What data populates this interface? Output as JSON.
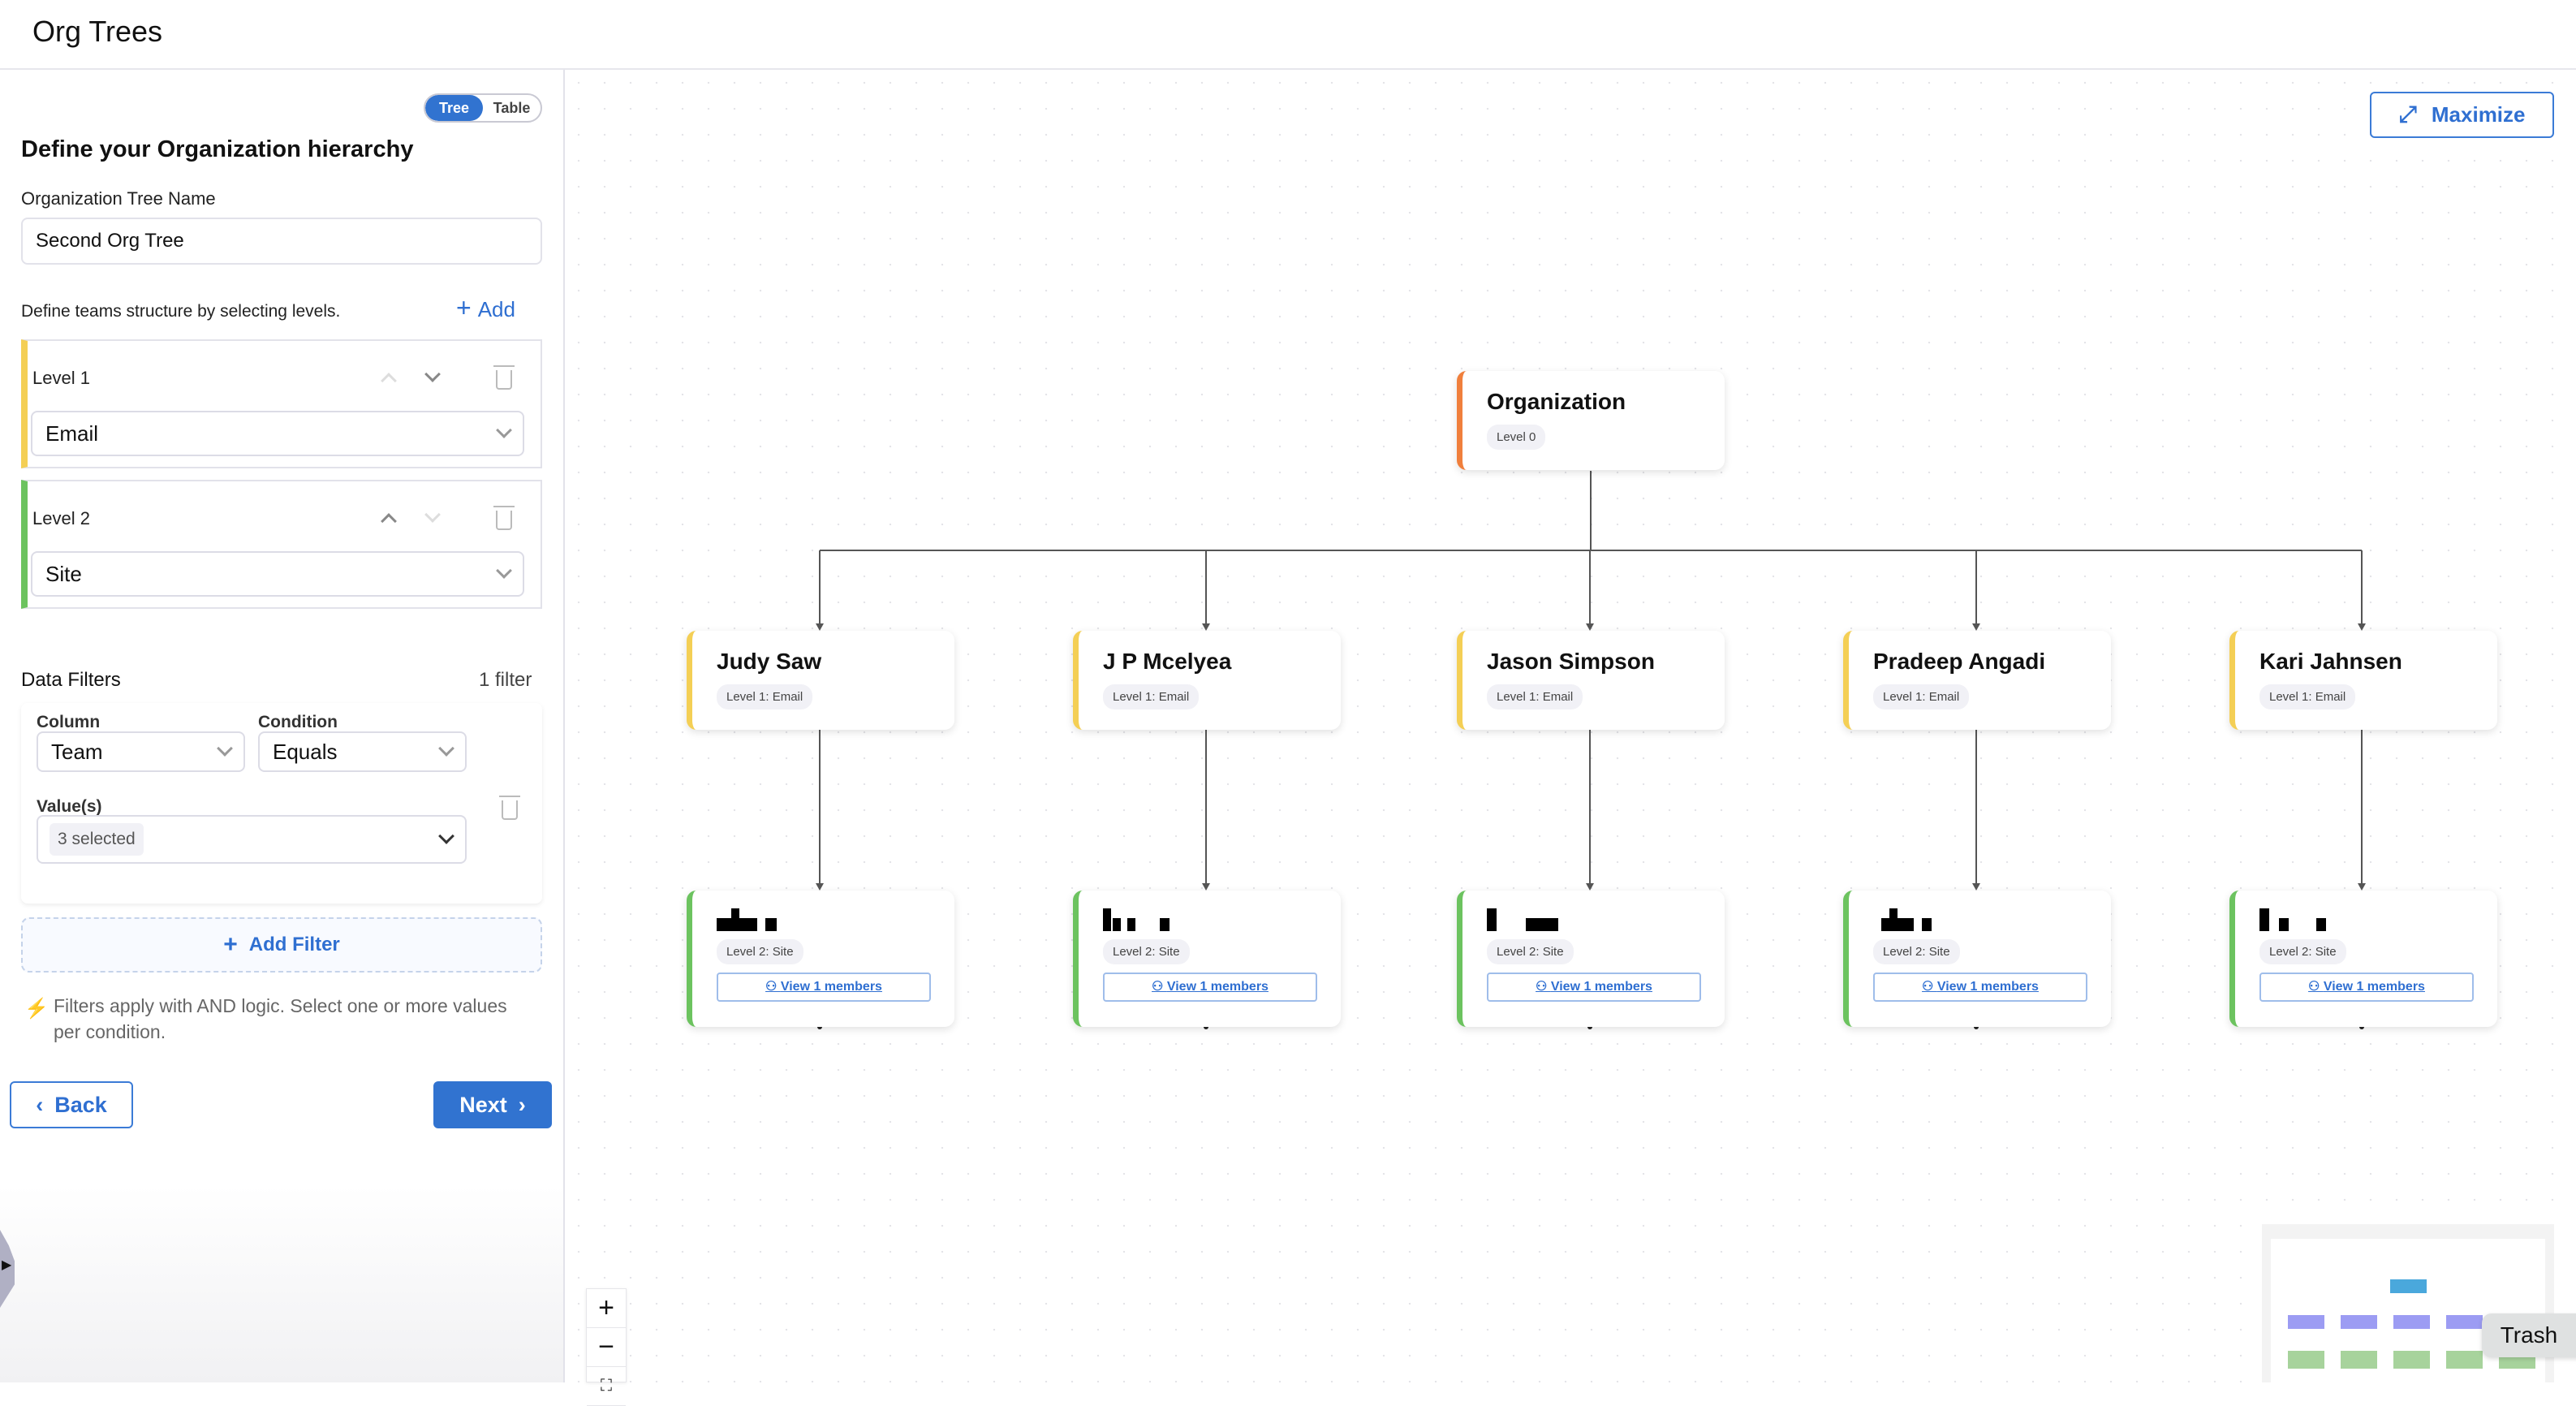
{
  "header": {
    "title": "Org Trees"
  },
  "sidebar": {
    "view_toggle": {
      "options": [
        "Tree",
        "Table"
      ],
      "selected": "Tree"
    },
    "heading": "Define your Organization hierarchy",
    "tree_name_label": "Organization Tree Name",
    "tree_name_value": "Second Org Tree",
    "levels_hint": "Define teams structure by selecting levels.",
    "add_label": "Add",
    "levels": [
      {
        "label": "Level 1",
        "value": "Email",
        "color": "#f4cf55"
      },
      {
        "label": "Level 2",
        "value": "Site",
        "color": "#6cc35f"
      }
    ],
    "filters": {
      "title": "Data Filters",
      "count": "1 filter",
      "column_label": "Column",
      "column_value": "Team",
      "condition_label": "Condition",
      "condition_value": "Equals",
      "values_label": "Value(s)",
      "values_value": "3 selected",
      "add_filter_label": "Add Filter",
      "note": "Filters apply with AND logic. Select one or more values per condition."
    },
    "back_label": "Back",
    "next_label": "Next"
  },
  "canvas": {
    "maximize_label": "Maximize",
    "root": {
      "name": "Organization",
      "level": "Level 0",
      "color": "#f07f3c"
    },
    "level1": [
      {
        "name": "Judy Saw",
        "level": "Level 1: Email"
      },
      {
        "name": "J P Mcelyea",
        "level": "Level 1: Email"
      },
      {
        "name": "Jason Simpson",
        "level": "Level 1: Email"
      },
      {
        "name": "Pradeep Angadi",
        "level": "Level 1: Email"
      },
      {
        "name": "Kari Jahnsen",
        "level": "Level 1: Email"
      }
    ],
    "level2": [
      {
        "level": "Level 2: Site",
        "members": "View 1 members"
      },
      {
        "level": "Level 2: Site",
        "members": "View 1 members"
      },
      {
        "level": "Level 2: Site",
        "members": "View 1 members"
      },
      {
        "level": "Level 2: Site",
        "members": "View 1 members"
      },
      {
        "level": "Level 2: Site",
        "members": "View 1 members"
      }
    ],
    "zoom_in": "+",
    "zoom_out": "−",
    "tooltip": "Trash",
    "colors": {
      "accent": "#2f6fd1",
      "level1": "#f4cf55",
      "level2": "#6cc35f",
      "minimap_root": "#4aa8dc",
      "minimap_l1": "#9c9cf3",
      "minimap_l2": "#a7d39c"
    }
  }
}
